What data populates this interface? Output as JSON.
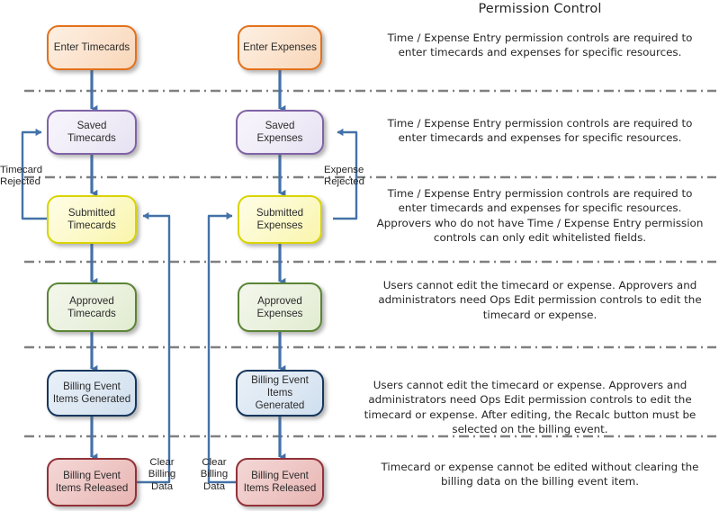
{
  "title": "Permission Control",
  "nodes": [
    {
      "id": "enter-timecards",
      "label": "Enter Timecards",
      "style": "n-enter"
    },
    {
      "id": "enter-expenses",
      "label": "Enter Expenses",
      "style": "n-enter"
    },
    {
      "id": "saved-timecards",
      "label": "Saved Timecards",
      "style": "n-saved"
    },
    {
      "id": "saved-expenses",
      "label": "Saved Expenses",
      "style": "n-saved"
    },
    {
      "id": "submitted-timecards",
      "label": "Submitted\nTimecards",
      "style": "n-submitted"
    },
    {
      "id": "submitted-expenses",
      "label": "Submitted\nExpenses",
      "style": "n-submitted"
    },
    {
      "id": "approved-timecards",
      "label": "Approved\nTimecards",
      "style": "n-approved"
    },
    {
      "id": "approved-expenses",
      "label": "Approved\nExpenses",
      "style": "n-approved"
    },
    {
      "id": "be-items-generated-timecards",
      "label": "Billing Event\nItems Generated",
      "style": "n-generated"
    },
    {
      "id": "be-items-generated-expenses",
      "label": "Billing Event\nItems Generated",
      "style": "n-generated"
    },
    {
      "id": "be-items-released-timecards",
      "label": "Billing Event\nItems Released",
      "style": "n-released"
    },
    {
      "id": "be-items-released-expenses",
      "label": "Billing Event\nItems Released",
      "style": "n-released"
    }
  ],
  "edge_labels": [
    {
      "id": "timecard-rejected",
      "text": "Timecard\nRejected"
    },
    {
      "id": "expense-rejected",
      "text": "Expense\nRejected"
    },
    {
      "id": "clear-billing-data-timecards",
      "text": "Clear\nBilling\nData"
    },
    {
      "id": "clear-billing-data-expenses",
      "text": "Clear\nBilling\nData"
    }
  ],
  "notes": [
    {
      "id": "note-entry",
      "text": "Time / Expense Entry permission controls are required\nto enter timecards and expenses for specific resources."
    },
    {
      "id": "note-saved",
      "text": "Time / Expense Entry permission controls are required\nto enter timecards and expenses for specific resources."
    },
    {
      "id": "note-submitted",
      "text": "Time / Expense Entry permission controls are required\nto enter timecards and expenses for specific resources.\nApprovers who do not have Time / Expense Entry\npermission controls can only edit whitelisted fields."
    },
    {
      "id": "note-approved",
      "text": "Users cannot edit the timecard or expense.\nApprovers and administrators need Ops Edit\npermission controls to edit the timecard or expense."
    },
    {
      "id": "note-generated",
      "text": "Users cannot edit the timecard or expense. Approvers and administrators\nneed Ops Edit permission controls to edit the timecard or expense.\nAfter editing, the Recalc button must be selected on the billing event."
    },
    {
      "id": "note-released",
      "text": "Timecard or expense cannot be edited without\nclearing the billing data on the billing event item."
    }
  ],
  "colors": {
    "connector": "#4472a8",
    "separator": "#808080",
    "text": "#262626",
    "enter_border": "#e3711c",
    "saved_border": "#8063a6",
    "submitted_border": "#d9d400",
    "approved_border": "#5b8436",
    "generated_border": "#17365d",
    "released_border": "#913338"
  }
}
